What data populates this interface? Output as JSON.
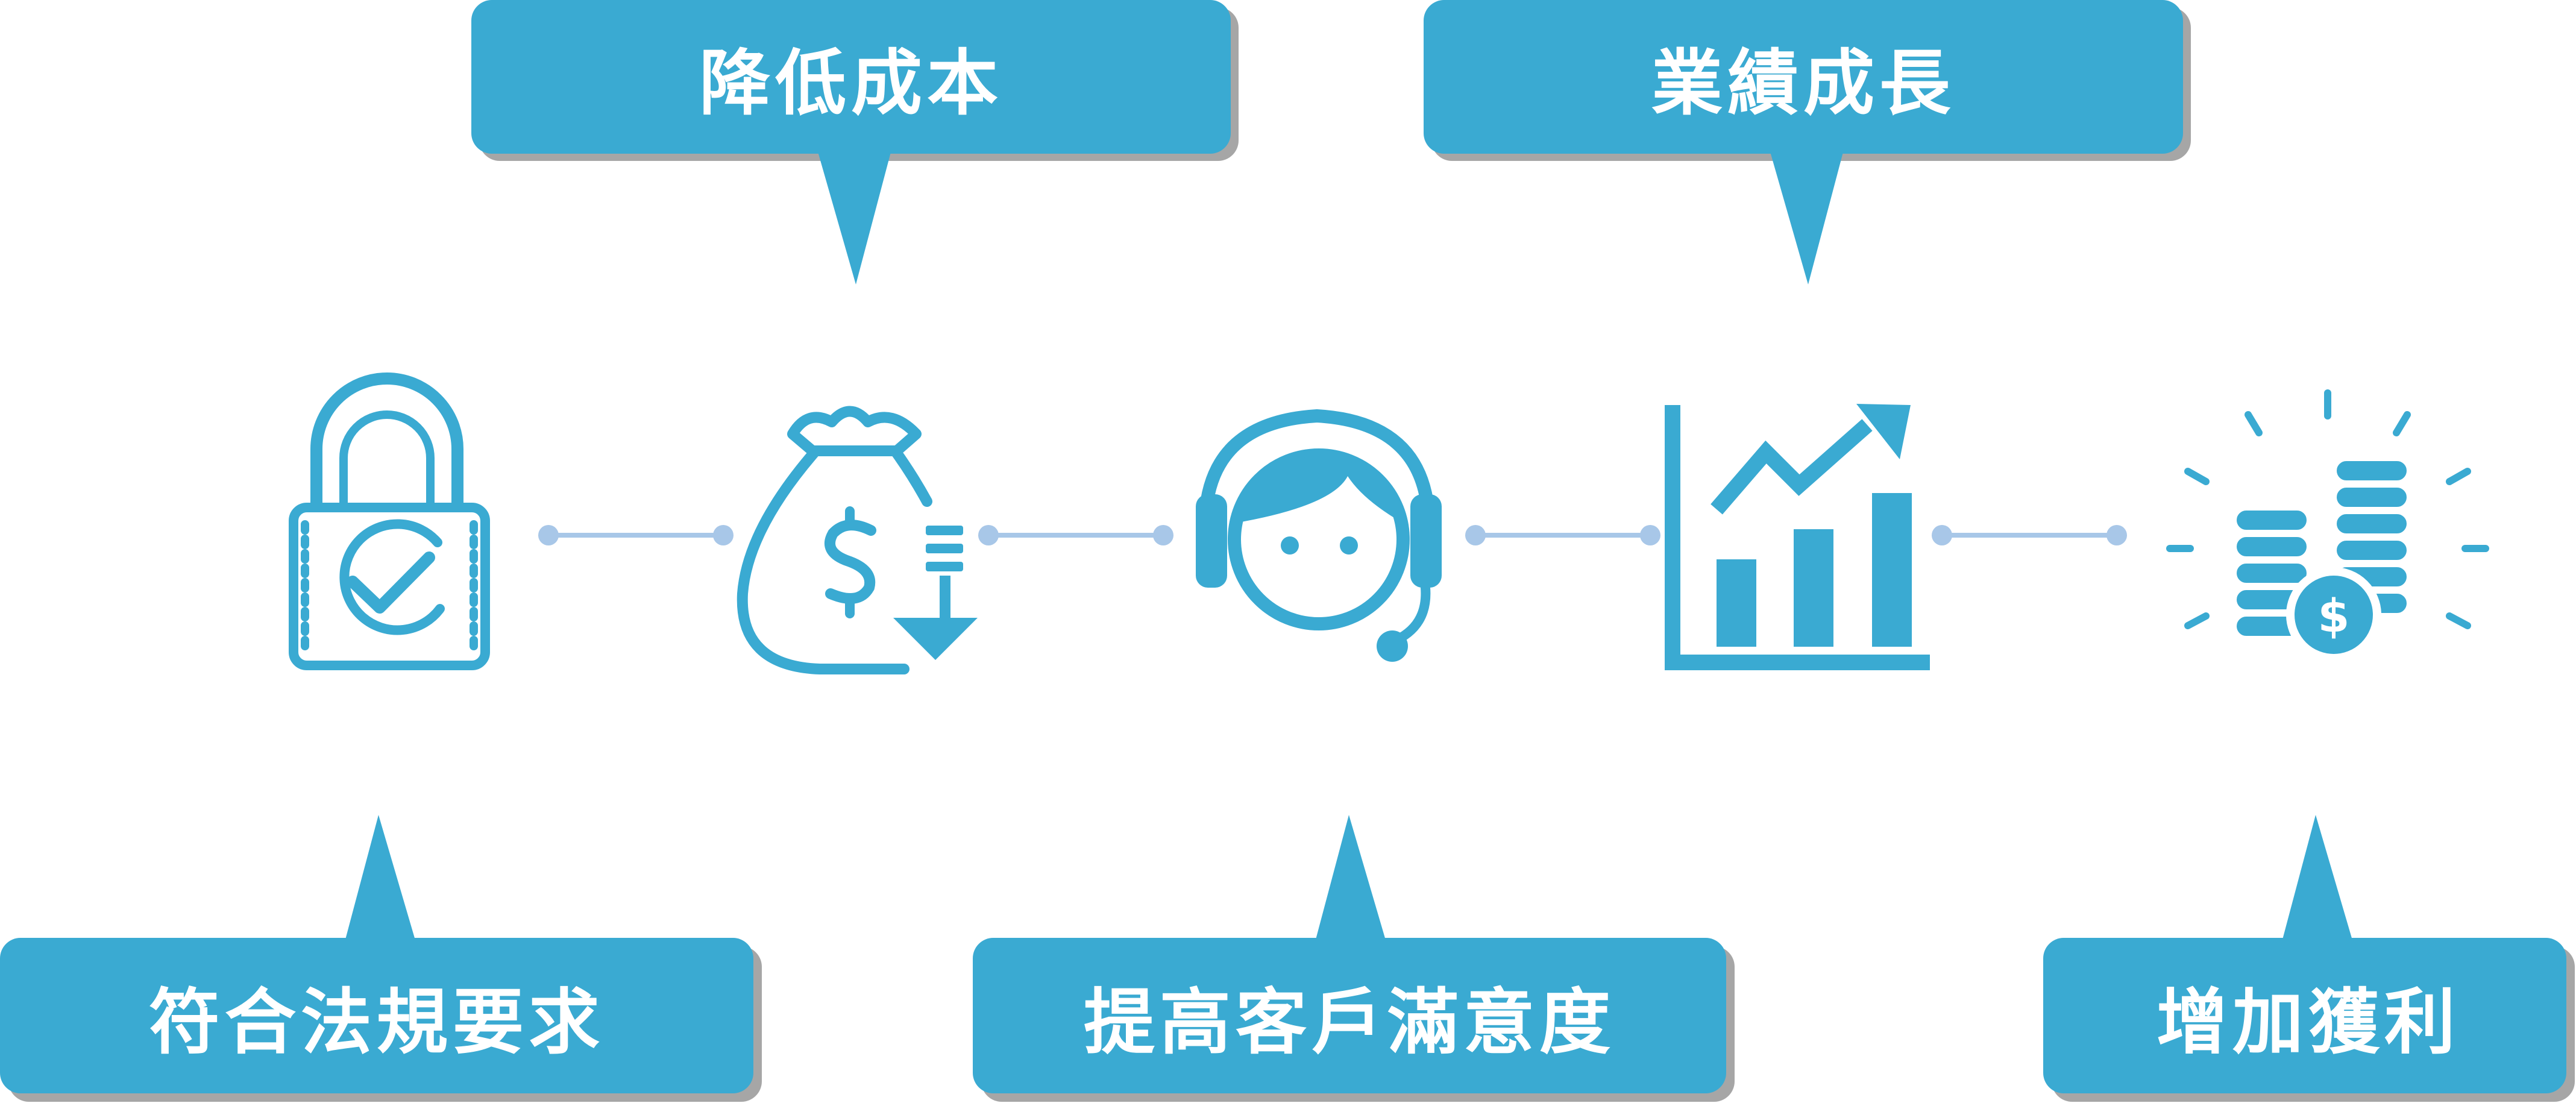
{
  "colors": {
    "accent": "#3aaad2",
    "shadow": "#a6a6a6",
    "connector": "#a8c7e8",
    "label_text": "#ffffff"
  },
  "callouts": {
    "reduce_cost": "降低成本",
    "business_growth": "業績成長",
    "compliance": "符合法規要求",
    "customer_satisfaction": "提高客戶滿意度",
    "increase_profit": "增加獲利"
  },
  "icons": {
    "lock_check": "lock-check-icon",
    "money_bag_down": "money-bag-down-icon",
    "headset_agent": "headset-agent-icon",
    "growth_chart": "growth-chart-icon",
    "coins": "coins-stack-icon"
  },
  "coin_symbol": "$"
}
